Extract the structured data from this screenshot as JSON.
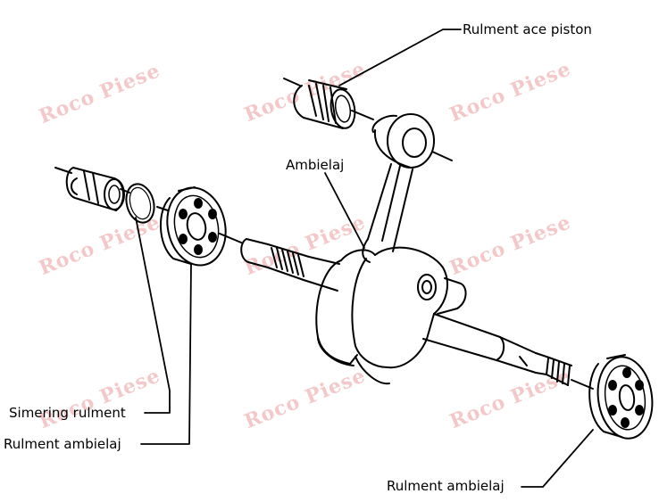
{
  "labels": {
    "piston_bearing": "Rulment ace piston",
    "connecting_rod": "Ambielaj",
    "bearing_seal": "Simering rulment",
    "crank_bearing_left": "Rulment ambielaj",
    "crank_bearing_right": "Rulment ambielaj"
  },
  "watermark": {
    "text": "Roco Piese",
    "color": "#f4c8c8"
  },
  "colors": {
    "ink": "#000000",
    "background": "#ffffff"
  }
}
